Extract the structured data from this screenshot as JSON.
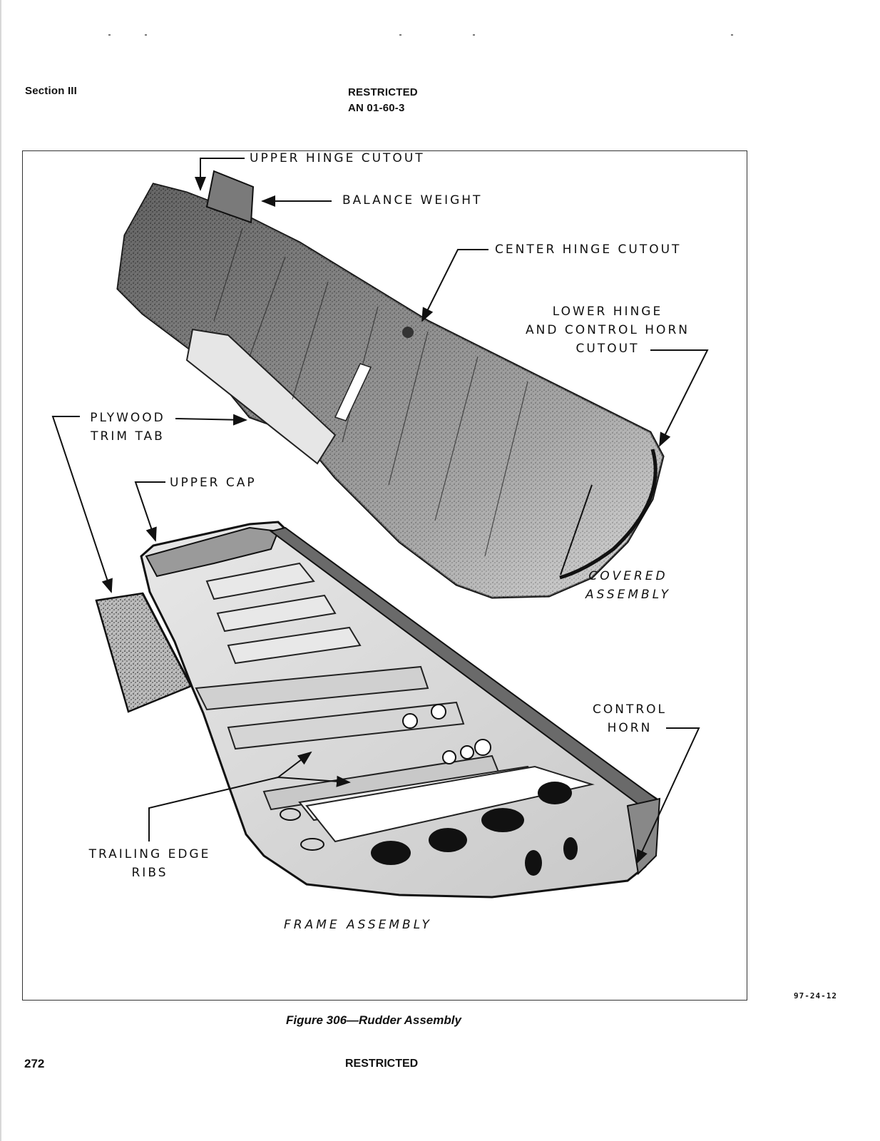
{
  "header": {
    "section": "Section III",
    "classification": "RESTRICTED",
    "document_number": "AN 01-60-3"
  },
  "figure": {
    "labels": {
      "upper_hinge_cutout": "UPPER HINGE CUTOUT",
      "balance_weight": "BALANCE WEIGHT",
      "center_hinge_cutout": "CENTER HINGE CUTOUT",
      "lower_hinge_line1": "LOWER HINGE",
      "lower_hinge_line2": "AND CONTROL HORN",
      "lower_hinge_line3": "CUTOUT",
      "plywood_line1": "PLYWOOD",
      "plywood_line2": "TRIM TAB",
      "upper_cap": "UPPER CAP",
      "covered_line1": "COVERED",
      "covered_line2": "ASSEMBLY",
      "control_horn_line1": "CONTROL",
      "control_horn_line2": "HORN",
      "trailing_edge_line1": "TRAILING EDGE",
      "trailing_edge_line2": "RIBS",
      "frame_assembly": "FRAME ASSEMBLY"
    },
    "figure_id": "97-24-12",
    "caption": "Figure 306—Rudder Assembly"
  },
  "footer": {
    "page_number": "272",
    "classification": "RESTRICTED"
  }
}
